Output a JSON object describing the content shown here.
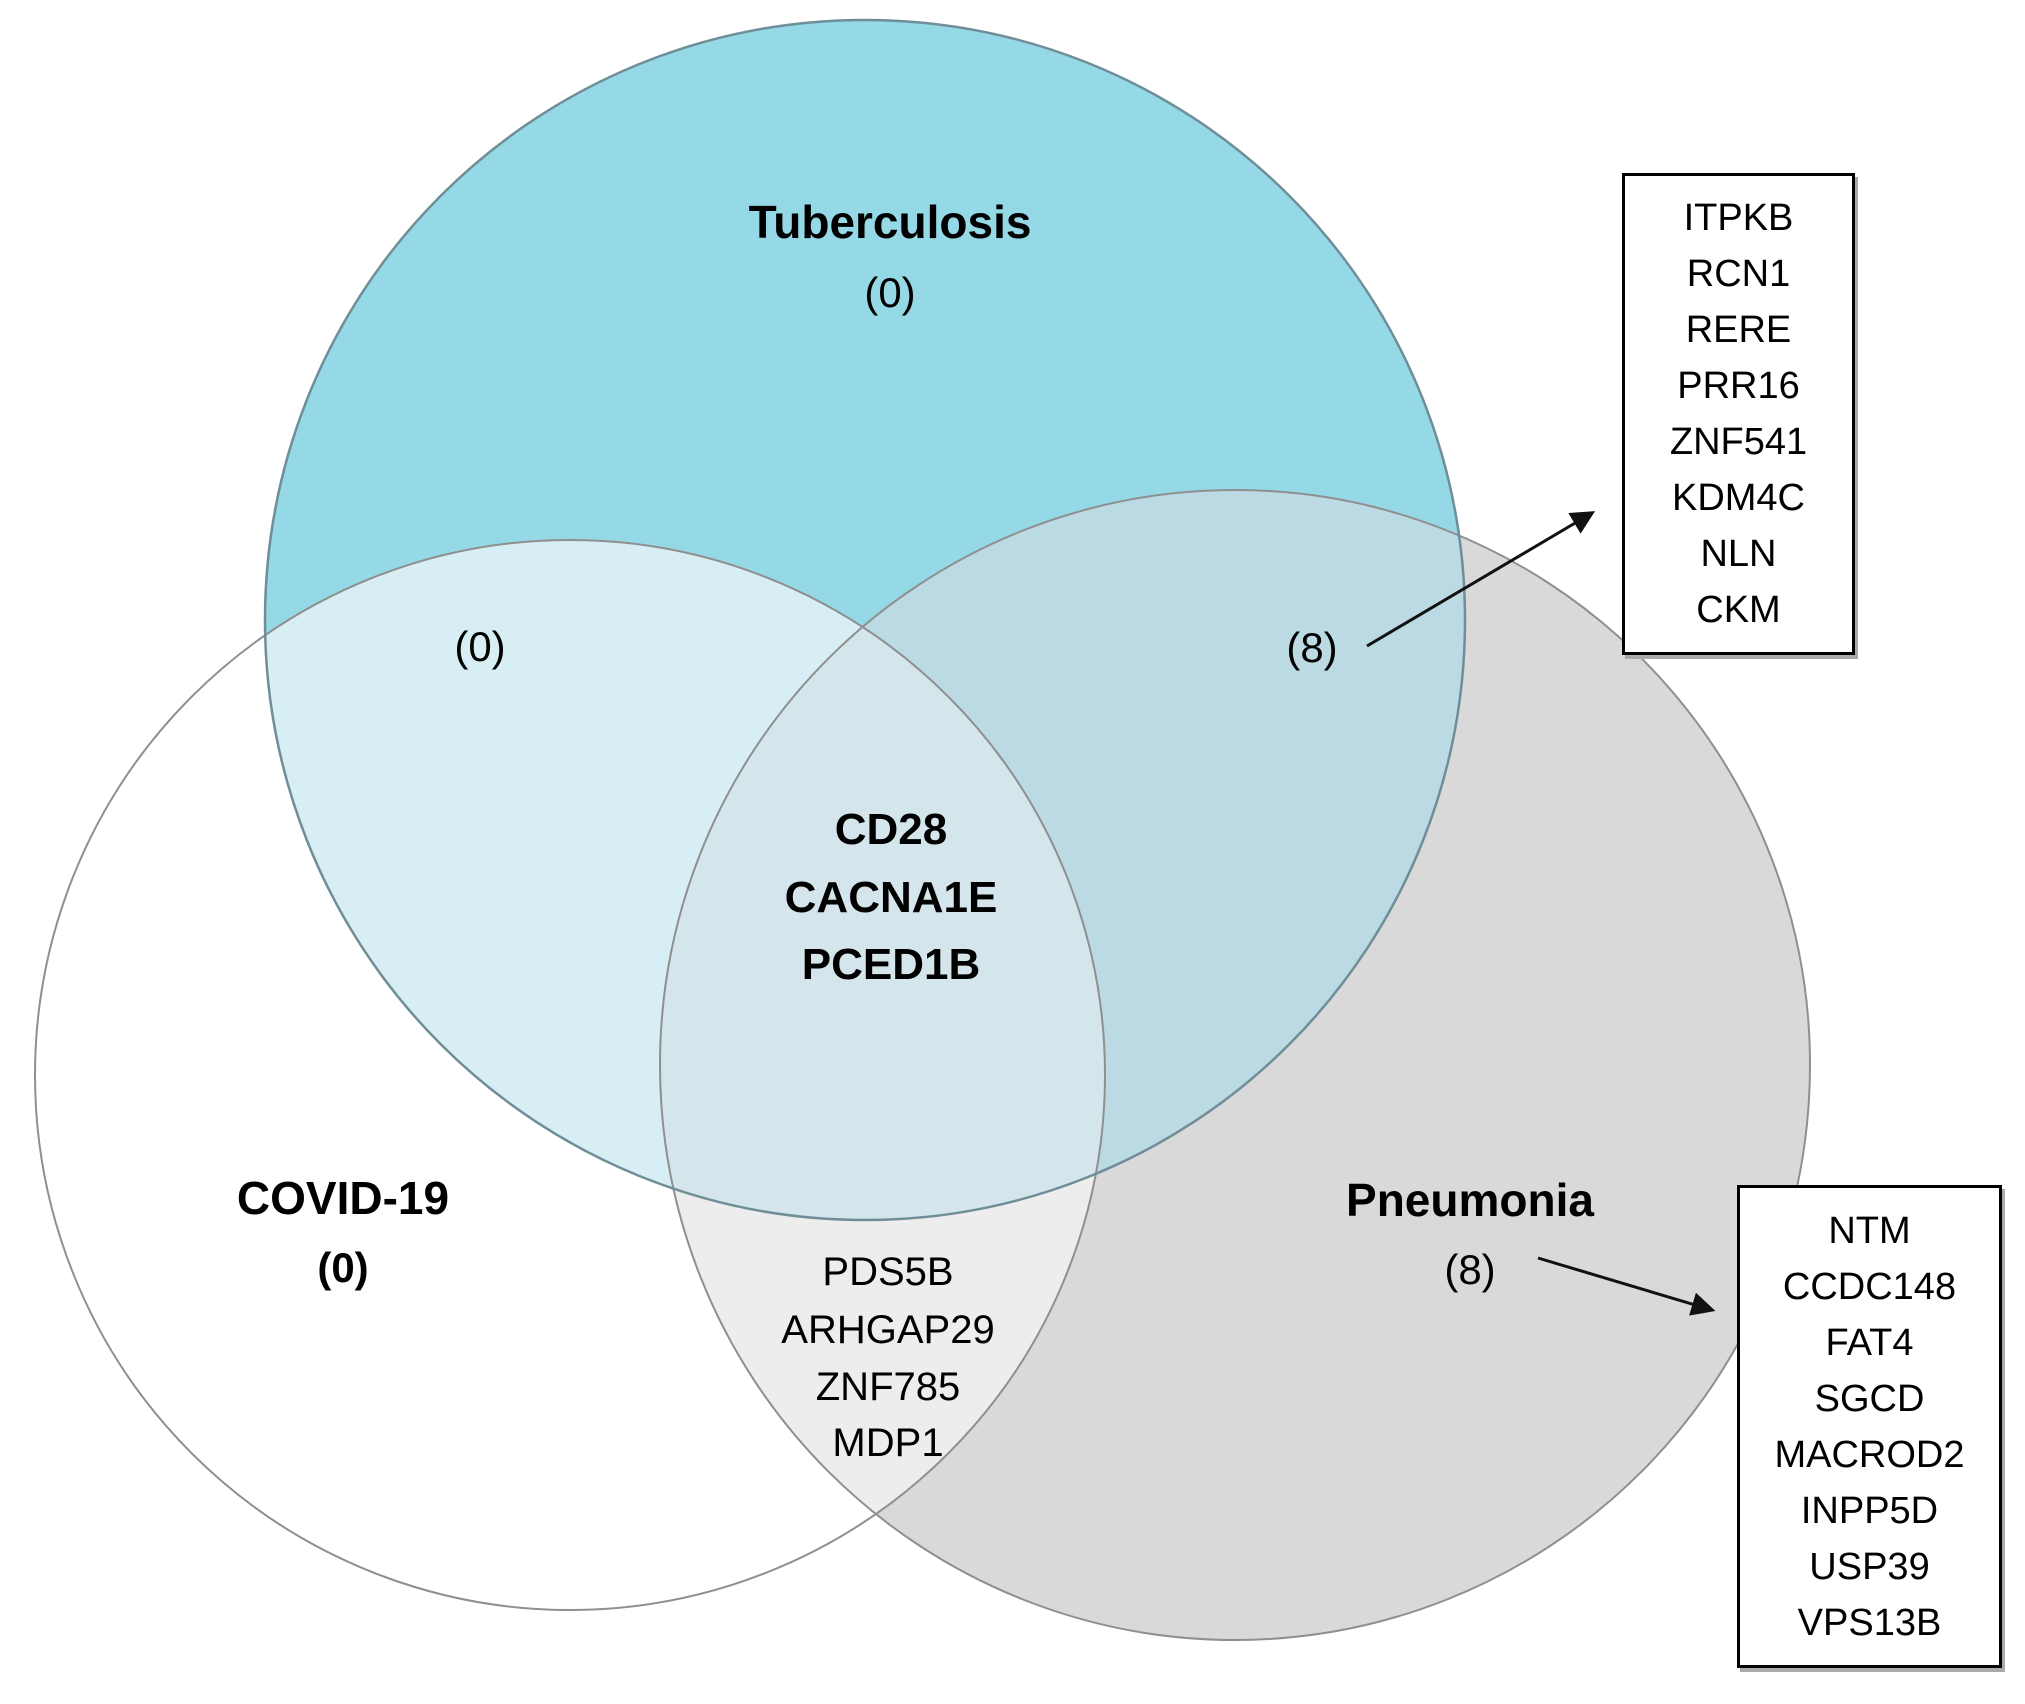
{
  "figure": {
    "type": "venn-diagram",
    "sets": [
      {
        "id": "tuberculosis",
        "label": "Tuberculosis",
        "count": "(0)",
        "color": "#95d9e6"
      },
      {
        "id": "covid19",
        "label": "COVID-19",
        "count": "(0)",
        "color": "#ffffff"
      },
      {
        "id": "pneumonia",
        "label": "Pneumonia",
        "count": "(8)",
        "color": "#d9d9d9"
      }
    ],
    "overlaps": {
      "tb_covid": {
        "count": "(0)",
        "color": "#d8eef5"
      },
      "tb_pneumonia": {
        "count": "(8)",
        "color": "#bcdae4",
        "genes": [
          "ITPKB",
          "RCN1",
          "RERE",
          "PRR16",
          "ZNF541",
          "KDM4C",
          "NLN",
          "CKM"
        ]
      },
      "covid_pneumonia": {
        "color": "#ededed",
        "genes": [
          "PDS5B",
          "ARHGAP29",
          "ZNF785",
          "MDP1"
        ]
      },
      "all_three": {
        "color": "#d4e6ec",
        "genes": [
          "CD28",
          "CACNA1E",
          "PCED1B"
        ]
      }
    },
    "outline_colors": {
      "tuberculosis": "#6f8e98",
      "other": "#8f8f8f",
      "arrow": "#111111"
    }
  }
}
